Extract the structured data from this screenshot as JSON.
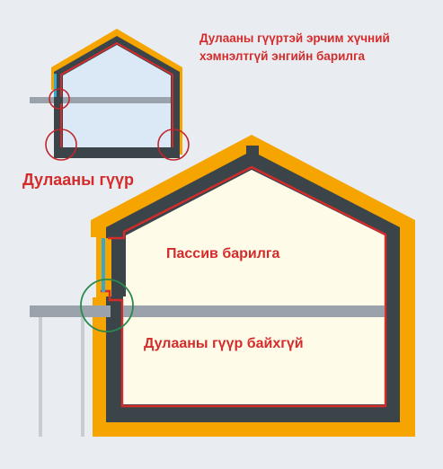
{
  "labels": {
    "conventional_line1": "Дулааны гүүртэй эрчим хүчний",
    "conventional_line2": "хэмнэлтгүй энгийн барилга",
    "thermal_bridge": "Дулааны гүүр",
    "passive_building": "Пассив барилга",
    "no_thermal_bridge": "Дулааны гүүр байхгүй"
  },
  "colors": {
    "background": "#e9edf1",
    "insulation": "#f5a400",
    "wall": "#3b4449",
    "airtight_line": "#d42b2b",
    "interior_conventional": "#dbe9f6",
    "interior_passive": "#fffbe9",
    "slab": "#9aa3ab",
    "window": "#3aa6c9",
    "marker_bridge": "#c0262c",
    "marker_no_bridge": "#2a8a4e"
  }
}
